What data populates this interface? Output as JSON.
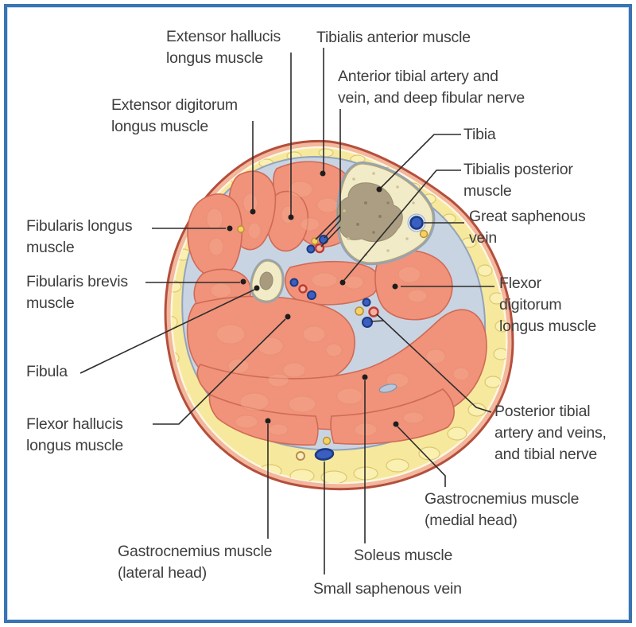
{
  "labels": {
    "extensor_hallucis": {
      "line1": "Extensor hallucis",
      "line2": "longus muscle"
    },
    "tibialis_anterior": {
      "line1": "Tibialis anterior muscle"
    },
    "anterior_tibial": {
      "line1": "Anterior tibial artery and",
      "line2": "vein, and deep fibular nerve"
    },
    "extensor_digitorum": {
      "line1": "Extensor digitorum",
      "line2": "longus muscle"
    },
    "tibia": {
      "line1": "Tibia"
    },
    "tibialis_posterior": {
      "line1": "Tibialis posterior",
      "line2": "muscle"
    },
    "great_saphenous": {
      "line1": "Great saphenous",
      "line2": "vein"
    },
    "fibularis_longus": {
      "line1": "Fibularis longus",
      "line2": "muscle"
    },
    "fibularis_brevis": {
      "line1": "Fibularis brevis",
      "line2": "muscle"
    },
    "fibula": {
      "line1": "Fibula"
    },
    "flexor_hallucis": {
      "line1": "Flexor hallucis",
      "line2": "longus muscle"
    },
    "flexor_digitorum": {
      "line1": "Flexor",
      "line2": "digitorum",
      "line3": "longus muscle"
    },
    "posterior_tibial": {
      "line1": "Posterior tibial",
      "line2": "artery and veins,",
      "line3": "and tibial nerve"
    },
    "gastrocnemius_medial": {
      "line1": "Gastrocnemius muscle",
      "line2": "(medial head)"
    },
    "gastrocnemius_lateral": {
      "line1": "Gastrocnemius muscle",
      "line2": "(lateral head)"
    },
    "soleus": {
      "line1": "Soleus muscle"
    },
    "small_saphenous": {
      "line1": "Small saphenous vein"
    }
  },
  "colors": {
    "frame": "#3a74b2",
    "text": "#3f3e3e",
    "leader": "#2e2c2c",
    "skin": "#f2b79d",
    "skin_outline": "#b44f3c",
    "fat": "#f6e99d",
    "fat_lobule": "#f9f0b2",
    "fascia": "#c9d4e3",
    "fascia_line": "#93a3bb",
    "muscle": "#f0937a",
    "muscle_outline": "#cf6a55",
    "bone_cortex": "#f1ebc8",
    "bone_marrow": "#ab9e82",
    "vein": "#3b5fc0",
    "vein_ring": "#1b3a85",
    "artery_fill": "#f0b2a2",
    "artery_ring": "#bf3a31",
    "nerve": "#f3d266"
  }
}
